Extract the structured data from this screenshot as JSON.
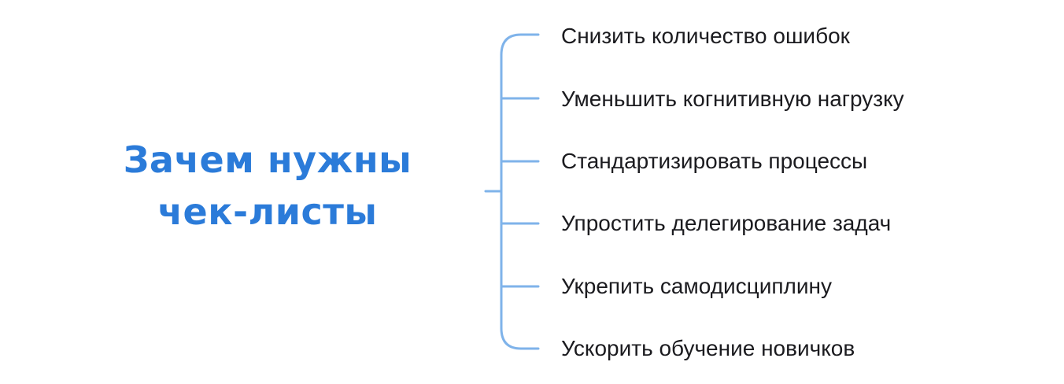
{
  "title": {
    "line1": "Зачем нужны",
    "line2": "чек-листы"
  },
  "items": [
    "Снизить количество ошибок",
    "Уменьшить когнитивную нагрузку",
    "Стандартизировать процессы",
    "Упростить делегирование задач",
    "Укрепить самодисциплину",
    "Ускорить обучение новичков"
  ],
  "colors": {
    "accent": "#2b7bd9",
    "bracket": "#7fb3ea",
    "text": "#1b1b1f"
  }
}
